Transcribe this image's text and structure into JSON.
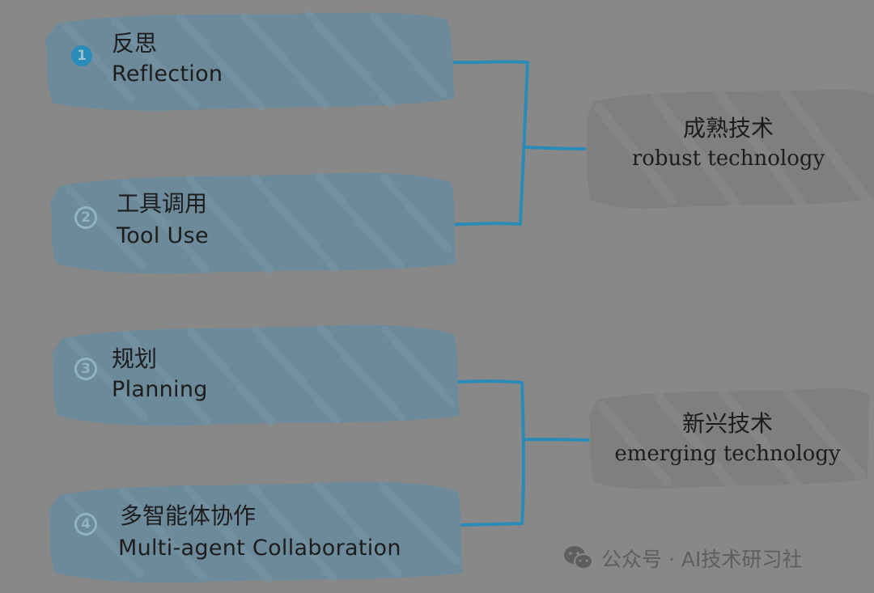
{
  "colors": {
    "background": "#888888",
    "item_fill": "#6d8a9a",
    "category_fill": "#7f7f7f",
    "connector": "#2a8ab8",
    "number_badge": "#2a8ab8",
    "text": "#1d1d1d",
    "watermark": "#5e5e5e"
  },
  "items": [
    {
      "number": "1",
      "label_zh": "反思",
      "label_en": "Reflection"
    },
    {
      "number": "2",
      "label_zh": "工具调用",
      "label_en": "Tool Use"
    },
    {
      "number": "3",
      "label_zh": "规划",
      "label_en": "Planning"
    },
    {
      "number": "4",
      "label_zh": "多智能体协作",
      "label_en": "Multi-agent Collaboration"
    }
  ],
  "categories": [
    {
      "label_zh": "成熟技术",
      "label_en": "robust technology"
    },
    {
      "label_zh": "新兴技术",
      "label_en": "emerging technology"
    }
  ],
  "watermark": {
    "icon": "wechat-icon",
    "text": "公众号 · AI技术研习社"
  }
}
